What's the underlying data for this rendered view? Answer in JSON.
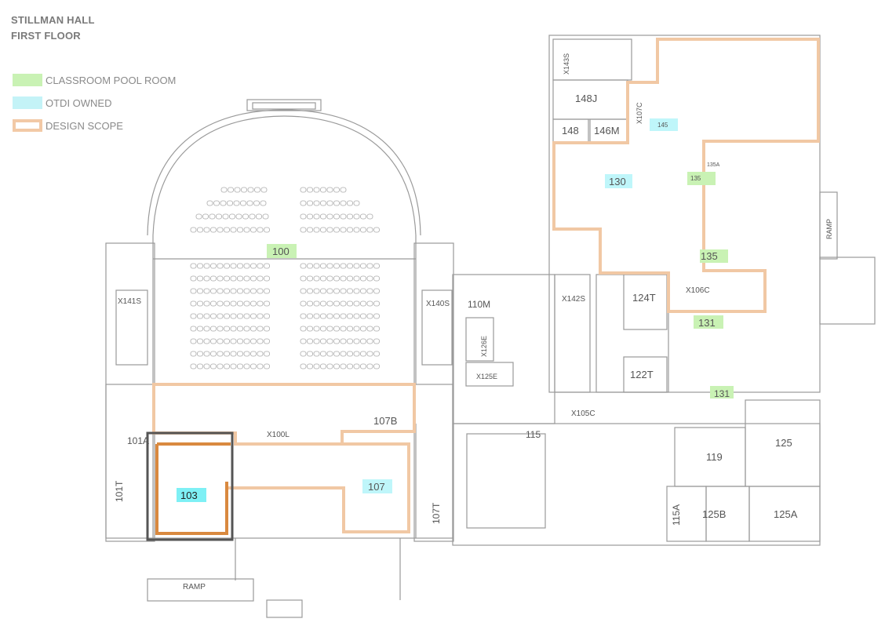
{
  "header": {
    "building": "STILLMAN HALL",
    "floor": "FIRST FLOOR"
  },
  "legend": [
    {
      "label": "CLASSROOM POOL ROOM",
      "color": "#c9f2b4",
      "kind": "fill"
    },
    {
      "label": "OTDI OWNED",
      "color": "#c4f3f7",
      "kind": "fill"
    },
    {
      "label": "DESIGN SCOPE",
      "color": "#f2c9a6",
      "kind": "outline"
    }
  ],
  "colors": {
    "wall": "#9a9a9a",
    "pool_fill": "#c9f2b4",
    "otdi_fill": "#bff6fa",
    "otdi_selected": "#7ef0f5",
    "scope_outline": "#f1c8a4",
    "scope_selected": "#d9893f",
    "selection_frame": "#555555"
  },
  "rooms": {
    "r100": "100",
    "r103": "103",
    "r107": "107",
    "r107b": "107B",
    "r107t": "107T",
    "r101a": "101A",
    "r101t": "101T",
    "x100l": "X100L",
    "x141s": "X141S",
    "x140s": "X140S",
    "r110m": "110M",
    "x142s": "X142S",
    "x126e": "X126E",
    "x125e": "X125E",
    "r115": "115",
    "r115a": "115A",
    "r119": "119",
    "r125": "125",
    "r125a": "125A",
    "r125b": "125B",
    "x105c": "X105C",
    "r124t": "124T",
    "r122t": "122T",
    "x106c": "X106C",
    "r131a": "131",
    "r131b": "131",
    "r135": "135",
    "r135a": "135A",
    "r135b": "135",
    "r130": "130",
    "r148": "148",
    "r146m": "146M",
    "r148j": "148J",
    "r145": "145",
    "x107c": "X107C",
    "x143s": "X143S",
    "ramp_side": "RAMP",
    "ramp_front": "RAMP"
  }
}
